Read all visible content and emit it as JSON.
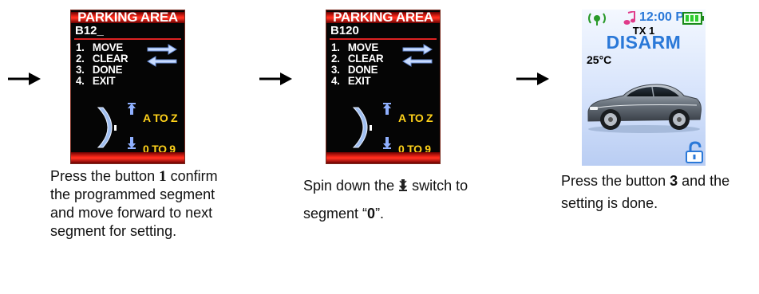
{
  "panel1": {
    "title": "PARKING AREA",
    "code": "B12_",
    "menu": [
      "MOVE",
      "CLEAR",
      "DONE",
      "EXIT"
    ],
    "numbers": [
      "1.",
      "2.",
      "3.",
      "4."
    ],
    "up_label": "A TO Z",
    "down_label": "0 TO 9",
    "caption_pre": "Press the button ",
    "caption_bold": "1",
    "caption_post": " confirm the programmed segment and move forward to next segment for setting."
  },
  "panel2": {
    "title": "PARKING AREA",
    "code": "B120",
    "menu": [
      "MOVE",
      "CLEAR",
      "DONE",
      "EXIT"
    ],
    "numbers": [
      "1.",
      "2.",
      "3.",
      "4."
    ],
    "up_label": "A TO Z",
    "down_label": "0 TO 9",
    "caption_pre": "Spin down the ",
    "caption_mid": " switch to segment “",
    "caption_bold": "0",
    "caption_post": "”."
  },
  "panel3": {
    "time": "12:00 P",
    "tx": "TX 1",
    "status": "DISARM",
    "temperature": "25°C",
    "caption_pre": "Press the button ",
    "caption_bold": "3",
    "caption_post": " and the setting is done."
  },
  "colors": {
    "accent_red": "#ff2a1a",
    "label_yellow": "#ffd21a",
    "disarm_blue": "#2a78d8",
    "battery_green": "#2ecc2e"
  }
}
